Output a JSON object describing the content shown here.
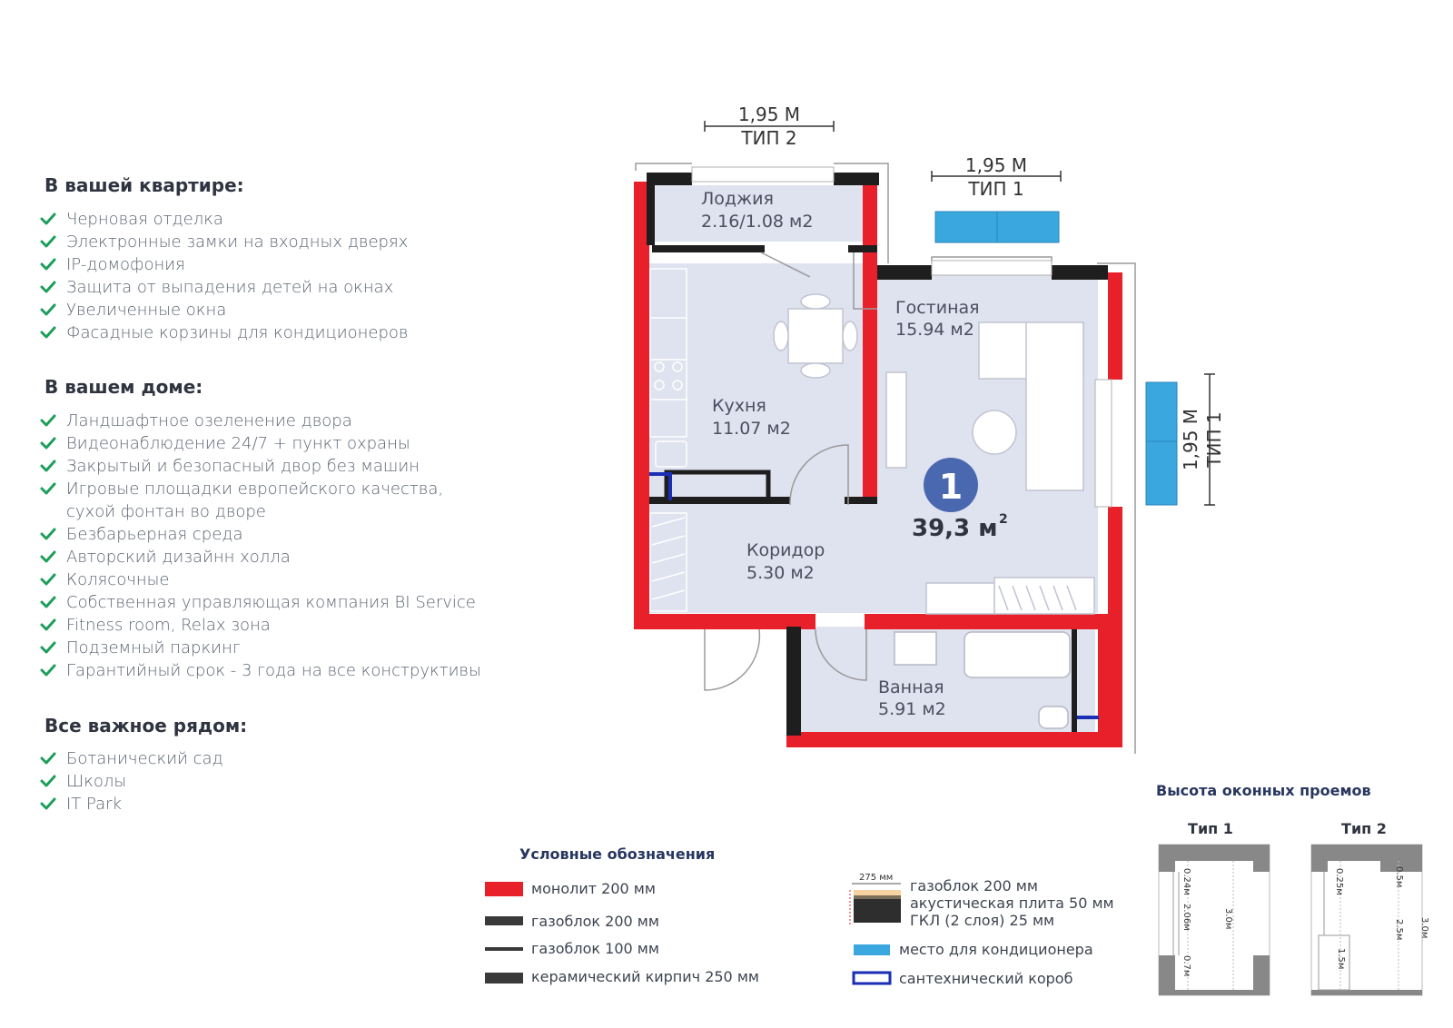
{
  "sections": {
    "apartment": {
      "title": "В вашей квартире:",
      "items": [
        "Черновая отделка",
        "Электронные замки на входных дверях",
        "IP-домофония",
        "Защита от выпадения детей на окнах",
        "Увеличенные окна",
        "Фасадные корзины для кондиционеров"
      ]
    },
    "house": {
      "title": "В вашем доме:",
      "items": [
        "Ландшафтное озеленение двора",
        "Видеонаблюдение 24/7 + пункт охраны",
        "Закрытый и безопасный двор без машин",
        "Игровые площадки европейского качества,",
        "сухой фонтан во дворе",
        "Безбарьерная среда",
        "Авторский дизайнн холла",
        "Колясочные",
        "Собственная управляющая компания BI Service",
        "Fitness room, Relax зона",
        "Подземный паркинг",
        "Гарантийный срок - 3 года на все конструктивы"
      ]
    },
    "nearby": {
      "title": "Все важное рядом:",
      "items": [
        "Ботанический сад",
        "Школы",
        "IT Park"
      ]
    }
  },
  "plan": {
    "unit_number": "1",
    "total_area": "39,3 м",
    "total_area_sup": "2",
    "rooms": [
      {
        "name": "Лоджия",
        "area": "2.16/1.08",
        "unit": "м2"
      },
      {
        "name": "Кухня",
        "area": "11.07",
        "unit": "м2"
      },
      {
        "name": "Гостиная",
        "area": "15.94",
        "unit": "м2"
      },
      {
        "name": "Коридор",
        "area": "5.30",
        "unit": "м2"
      },
      {
        "name": "Ванная",
        "area": "5.91",
        "unit": "м2"
      }
    ],
    "dimensions": [
      {
        "value": "1,95 М",
        "type": "ТИП 2"
      },
      {
        "value": "1,95 М",
        "type": "ТИП 1"
      },
      {
        "value": "1,95 М",
        "type": "ТИП 1"
      }
    ]
  },
  "legend": {
    "title": "Условные обозначения",
    "items": [
      {
        "label": "монолит 200 мм",
        "color": "#e8202a"
      },
      {
        "label": "газоблок 200 мм",
        "color": "#3a3a3a"
      },
      {
        "label": "газоблок 100 мм",
        "color": "#3a3a3a"
      },
      {
        "label": "керамический кирпич 250 мм",
        "color": "#3a3a3a"
      }
    ],
    "composite": {
      "dim": "275 мм",
      "lines": [
        "газоблок 200 мм",
        "акустическая плита 50 мм",
        "ГКЛ (2 слоя) 25 мм"
      ]
    },
    "ac_place": {
      "label": "место для кондиционера",
      "color": "#3aa7df"
    },
    "plumbing": {
      "label": "сантехнический короб",
      "color": "#1a2fb5"
    }
  },
  "windows": {
    "title": "Высота оконных проемов",
    "type1": {
      "title": "Тип 1",
      "labels": [
        "0.24м",
        "2.06м",
        "0.7м",
        "3.0м"
      ]
    },
    "type2": {
      "title": "Тип 2",
      "labels": [
        "0.25м",
        "0.5м",
        "1.5м",
        "2.5м",
        "3.0м"
      ]
    }
  },
  "colors": {
    "accent_green": "#1e9e5a",
    "monolith_red": "#e8202a",
    "floor_fill": "#dfe2ef",
    "ac_blue": "#3aa7df",
    "badge_blue": "#4a68b0",
    "heading_navy": "#27365f"
  }
}
